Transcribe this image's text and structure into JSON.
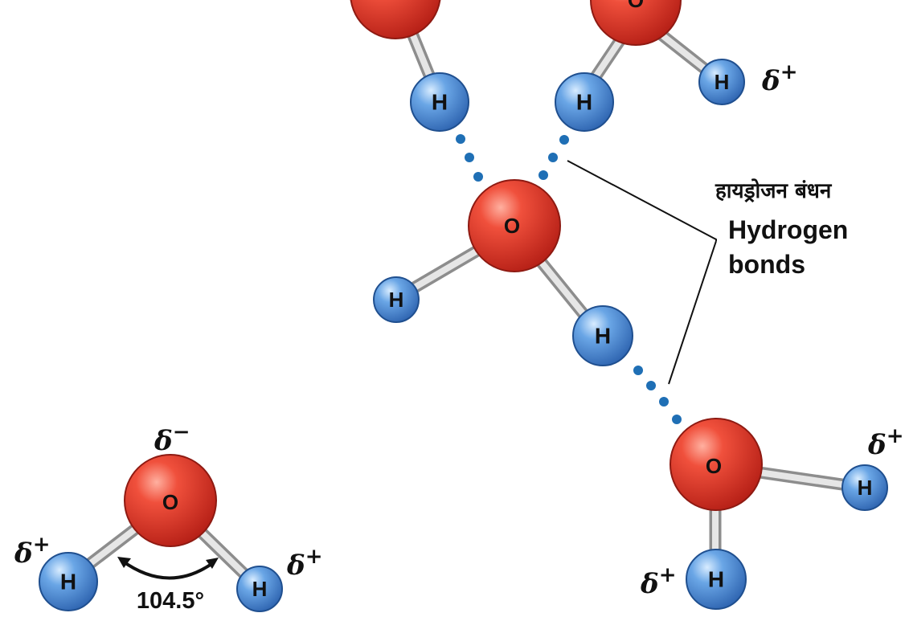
{
  "labels": {
    "oxygen": "O",
    "hydrogen": "H",
    "delta_plus": "δ+",
    "delta_minus": "δ−",
    "bond_angle": "104.5°",
    "hydrogen_bonds_hindi": "हायड्रोजन बंधन",
    "hydrogen_bonds_line1": "Hydrogen",
    "hydrogen_bonds_line2": "bonds"
  },
  "colors": {
    "oxygen": "#d8342a",
    "hydrogen": "#4a86cf",
    "bond": "#c9c9c9",
    "hbond_dots": "#1f6fb5",
    "background": "#ffffff"
  }
}
